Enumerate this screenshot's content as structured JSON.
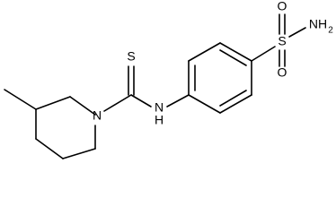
{
  "molecule": {
    "atoms": {
      "sulfur_thione": "S",
      "nitrogen_amide": "N",
      "nitrogen_nh": "NH",
      "hydrogen": "H",
      "nitrogen_nh2": "NH",
      "subscript_2": "2",
      "oxygen_top": "O",
      "oxygen_bottom": "O",
      "sulfur_sulfonyl": "S"
    }
  }
}
